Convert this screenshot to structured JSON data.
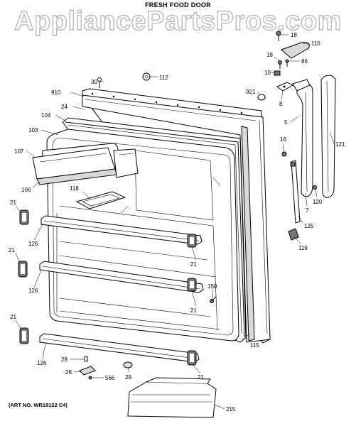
{
  "header": {
    "title": "FRESH FOOD DOOR",
    "watermark": "AppliancePartsPros.com"
  },
  "footer": {
    "art_number": "(ART NO. WR18122 C4)"
  },
  "callouts": [
    "18",
    "110",
    "18",
    "86",
    "10",
    "112",
    "30",
    "921",
    "910",
    "8",
    "24",
    "5",
    "104",
    "103",
    "16",
    "107",
    "121",
    "118",
    "106",
    "7",
    "120",
    "21",
    "125",
    "126",
    "21",
    "119",
    "126",
    "150",
    "21",
    "21",
    "21",
    "115",
    "28",
    "126",
    "26",
    "566",
    "29",
    "21",
    "215"
  ]
}
